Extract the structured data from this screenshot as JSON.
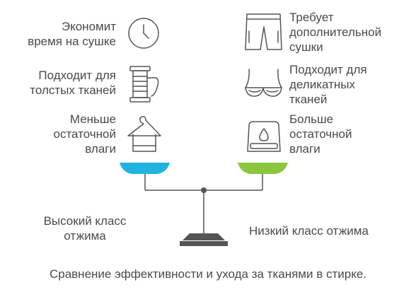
{
  "left_side": {
    "items": [
      {
        "text": "Экономит\nвремя на сушке",
        "icon": "clock-icon"
      },
      {
        "text": "Подходит для\nтолстых тканей",
        "icon": "thread-spool-icon"
      },
      {
        "text": "Меньше\nостаточной\nвлаги",
        "icon": "towel-hanger-icon"
      }
    ],
    "pan_color": "#1fb3e0",
    "label": "Высокий класс\nотжима"
  },
  "right_side": {
    "items": [
      {
        "text": "Требует\nдополнительной\nсушки",
        "icon": "shorts-icon"
      },
      {
        "text": "Подходит для\nделикатных\nтканей",
        "icon": "lingerie-icon"
      },
      {
        "text": "Больше\nостаточной\nвлаги",
        "icon": "moisture-towel-icon"
      }
    ],
    "pan_color": "#8cc63f",
    "label": "Низкий класс отжима"
  },
  "caption": "Сравнение эффективности и ухода за тканями в стирке."
}
